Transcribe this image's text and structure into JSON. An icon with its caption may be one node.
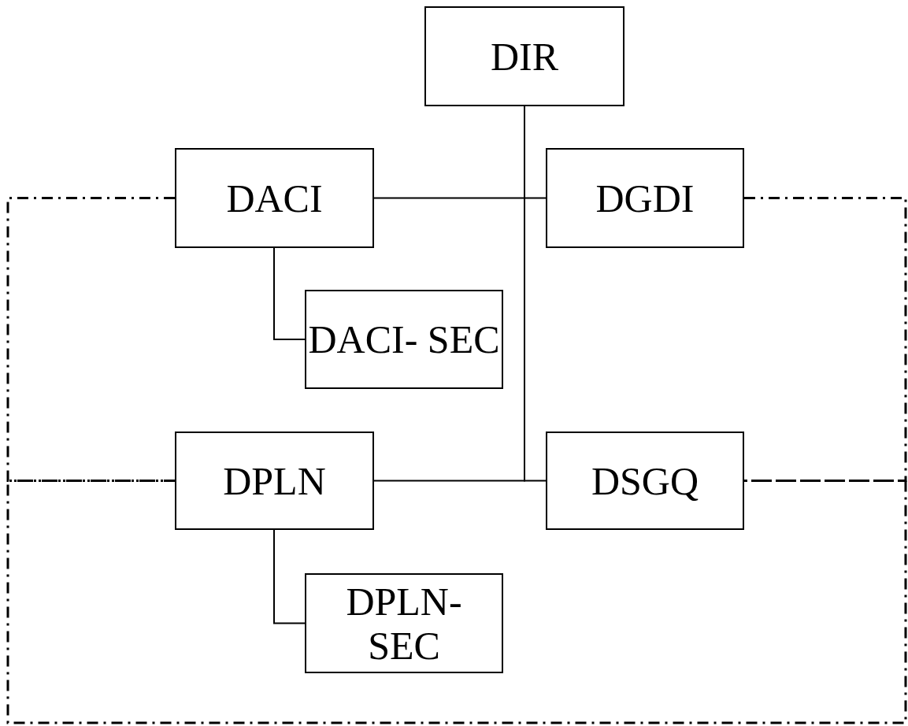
{
  "diagram": {
    "nodes": [
      {
        "text": [
          "DIR"
        ]
      },
      {
        "text": [
          "DACI"
        ]
      },
      {
        "text": [
          "DGDI"
        ]
      },
      {
        "text": [
          "DACI- SEC"
        ]
      },
      {
        "text": [
          "DPLN"
        ]
      },
      {
        "text": [
          "DSGQ"
        ]
      },
      {
        "text": [
          "DPLN- SEC"
        ]
      }
    ],
    "edges": [
      {
        "from": 0,
        "to": 1,
        "arrow": "none"
      },
      {
        "from": 0,
        "to": 2,
        "arrow": "none"
      },
      {
        "from": 0,
        "to": 4,
        "arrow": "none"
      },
      {
        "from": 0,
        "to": 5,
        "arrow": "none"
      },
      {
        "from": 1,
        "to": 3,
        "arrow": "none"
      },
      {
        "from": 4,
        "to": 6,
        "arrow": "none"
      },
      {
        "from": 1,
        "to": 4,
        "arrow": "none",
        "style": "dashed"
      },
      {
        "from": 2,
        "to": 5,
        "arrow": "none",
        "style": "dashed"
      },
      {
        "from": 4,
        "to": 5,
        "arrow": "none",
        "style": "dashed"
      }
    ]
  }
}
